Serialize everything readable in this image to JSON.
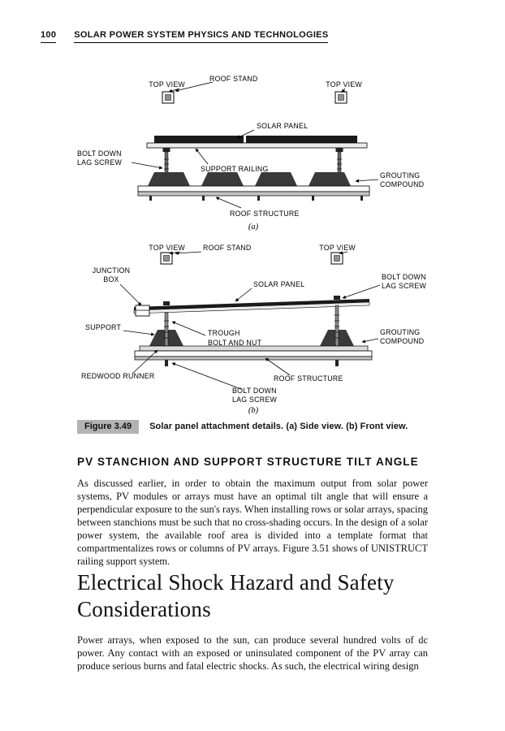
{
  "page": {
    "number": "100",
    "running_head": "SOLAR POWER SYSTEM PHYSICS AND TECHNOLOGIES"
  },
  "figure": {
    "tag": "Figure 3.49",
    "caption": "Solar panel attachment details. (a) Side view. (b) Front view.",
    "diagram_a": {
      "sublabel": "(a)",
      "labels": {
        "top_view_left": "TOP VIEW",
        "roof_stand": "ROOF STAND",
        "top_view_right": "TOP VIEW",
        "solar_panel": "SOLAR PANEL",
        "bolt_down_1": "BOLT DOWN",
        "bolt_down_2": "LAG SCREW",
        "support_railing": "SUPPORT RAILING",
        "grouting_1": "GROUTING",
        "grouting_2": "COMPOUND",
        "roof_structure": "ROOF STRUCTURE"
      }
    },
    "diagram_b": {
      "sublabel": "(b)",
      "labels": {
        "top_view_left": "TOP VIEW",
        "roof_stand": "ROOF STAND",
        "top_view_right": "TOP VIEW",
        "junction_1": "JUNCTION",
        "junction_2": "BOX",
        "solar_panel": "SOLAR PANEL",
        "bolt_right_1": "BOLT DOWN",
        "bolt_right_2": "LAG SCREW",
        "support": "SUPPORT",
        "trough_1": "TROUGH",
        "trough_2": "BOLT AND NUT",
        "grouting_1": "GROUTING",
        "grouting_2": "COMPOUND",
        "redwood_runner": "REDWOOD RUNNER",
        "roof_structure": "ROOF STRUCTURE",
        "bolt_bottom_1": "BOLT DOWN",
        "bolt_bottom_2": "LAG SCREW"
      }
    }
  },
  "section": {
    "heading": "PV STANCHION AND SUPPORT STRUCTURE TILT ANGLE",
    "paragraph": "As discussed earlier, in order to obtain the maximum output from solar power systems, PV modules or arrays must have an optimal tilt angle that will ensure a perpendicular exposure to the sun's rays. When installing rows or solar arrays, spacing between stanchions must be such that no cross-shading occurs. In the design of a solar power system, the available roof area is divided into a template format that compartmentalizes rows or columns of PV arrays. Figure 3.51 shows of UNISTRUCT railing support system."
  },
  "chapter": {
    "heading": "Electrical Shock Hazard and Safety Considerations",
    "paragraph": "Power arrays, when exposed to the sun, can produce several hundred volts of dc power. Any contact with an exposed or uninsulated component of the PV array can produce serious burns and fatal electric shocks. As such, the electrical wiring design"
  }
}
